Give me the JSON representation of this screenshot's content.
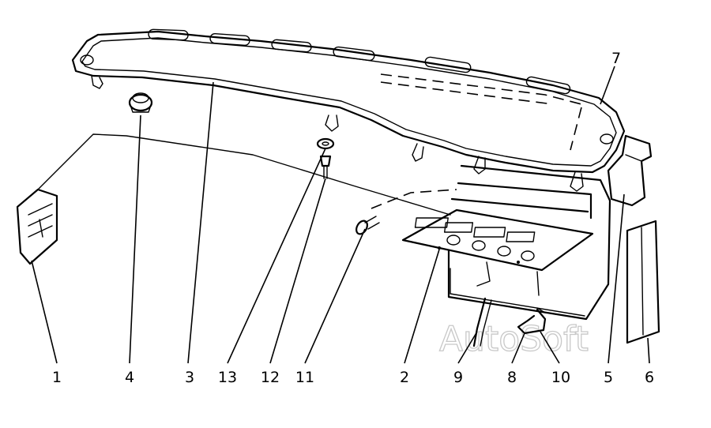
{
  "callouts": [
    {
      "id": "1",
      "label": "1"
    },
    {
      "id": "2",
      "label": "2"
    },
    {
      "id": "3",
      "label": "3"
    },
    {
      "id": "4",
      "label": "4"
    },
    {
      "id": "5",
      "label": "5"
    },
    {
      "id": "6",
      "label": "6"
    },
    {
      "id": "7",
      "label": "7"
    },
    {
      "id": "8",
      "label": "8"
    },
    {
      "id": "9",
      "label": "9"
    },
    {
      "id": "10",
      "label": "10"
    },
    {
      "id": "11",
      "label": "11"
    },
    {
      "id": "12",
      "label": "12"
    },
    {
      "id": "13",
      "label": "13"
    }
  ],
  "watermark": "AutoSoft"
}
